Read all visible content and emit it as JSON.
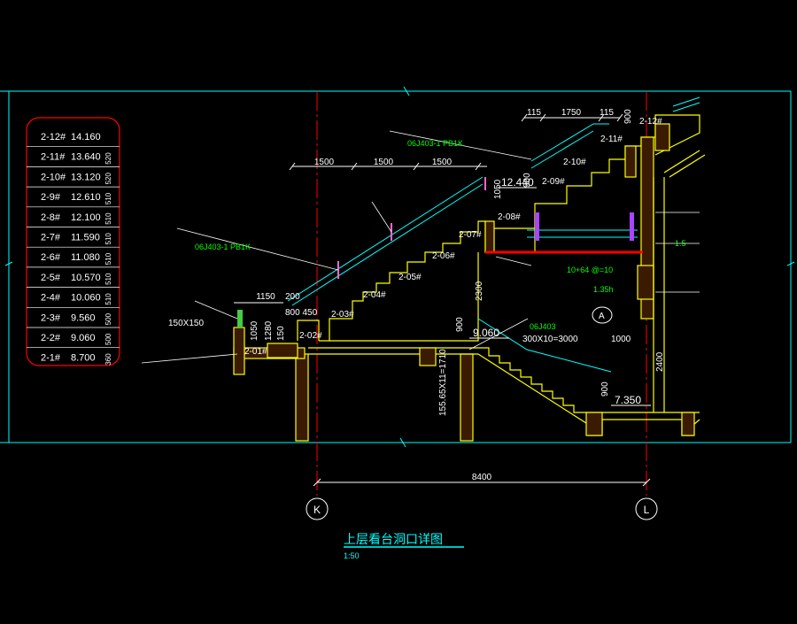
{
  "title": "上层看台洞口详图",
  "scale": "1:50",
  "grid_labels": [
    "K",
    "L"
  ],
  "overall_dim": "8400",
  "colors": {
    "background": "#000000",
    "outline": "#00ffff",
    "structure": "#ffff00",
    "dims": "#ffffff",
    "grid": "#ff0000",
    "note": "#00ff00",
    "hatch": "#ff6600",
    "beam": "#ff0000"
  },
  "level_table": [
    {
      "row": "2-12#",
      "elev": "14.160",
      "h": ""
    },
    {
      "row": "2-11#",
      "elev": "13.640",
      "h": "520"
    },
    {
      "row": "2-10#",
      "elev": "13.120",
      "h": "520"
    },
    {
      "row": "2-9#",
      "elev": "12.610",
      "h": "510"
    },
    {
      "row": "2-8#",
      "elev": "12.100",
      "h": "510"
    },
    {
      "row": "2-7#",
      "elev": "11.590",
      "h": "510"
    },
    {
      "row": "2-6#",
      "elev": "11.080",
      "h": "510"
    },
    {
      "row": "2-5#",
      "elev": "10.570",
      "h": "510"
    },
    {
      "row": "2-4#",
      "elev": "10.060",
      "h": "510"
    },
    {
      "row": "2-3#",
      "elev": "9.560",
      "h": "500"
    },
    {
      "row": "2-2#",
      "elev": "9.060",
      "h": "500"
    },
    {
      "row": "2-1#",
      "elev": "8.700",
      "h": "360"
    }
  ],
  "step_labels": [
    "2-01#",
    "2-02#",
    "2-03#",
    "2-04#",
    "2-05#",
    "2-06#",
    "2-07#",
    "2-08#",
    "2-09#",
    "2-10#",
    "2-11#",
    "2-12#"
  ],
  "dims_top_left": [
    "1500",
    "1500",
    "1500"
  ],
  "dims_top_right": [
    "115",
    "1750",
    "115"
  ],
  "dims_misc": {
    "d1150": "1150",
    "d200": "200",
    "d800450": "800 450",
    "d150x150": "150X150",
    "d1050a": "1050",
    "d1050b": "1050",
    "d1280": "1280",
    "d150": "150",
    "d2300": "2300",
    "d900a": "900",
    "d900b": "900",
    "d900c": "900",
    "d900d": "900",
    "d2400": "2400",
    "d1000": "1000",
    "d300x10": "300X10=3000",
    "d15565": "155.65X11=1710",
    "d1_5": "1.5",
    "d1_35h": "1.35h"
  },
  "elevations": {
    "e12440": "12.440",
    "e9060": "9.060",
    "e7350": "7.350"
  },
  "notes": {
    "n06j403": "06J403-1 PB1K",
    "n06j403b": "06J403",
    "n06j403c": "06J403-1 PB1K",
    "nA": "A",
    "n10_64": "10+64 @=10"
  }
}
